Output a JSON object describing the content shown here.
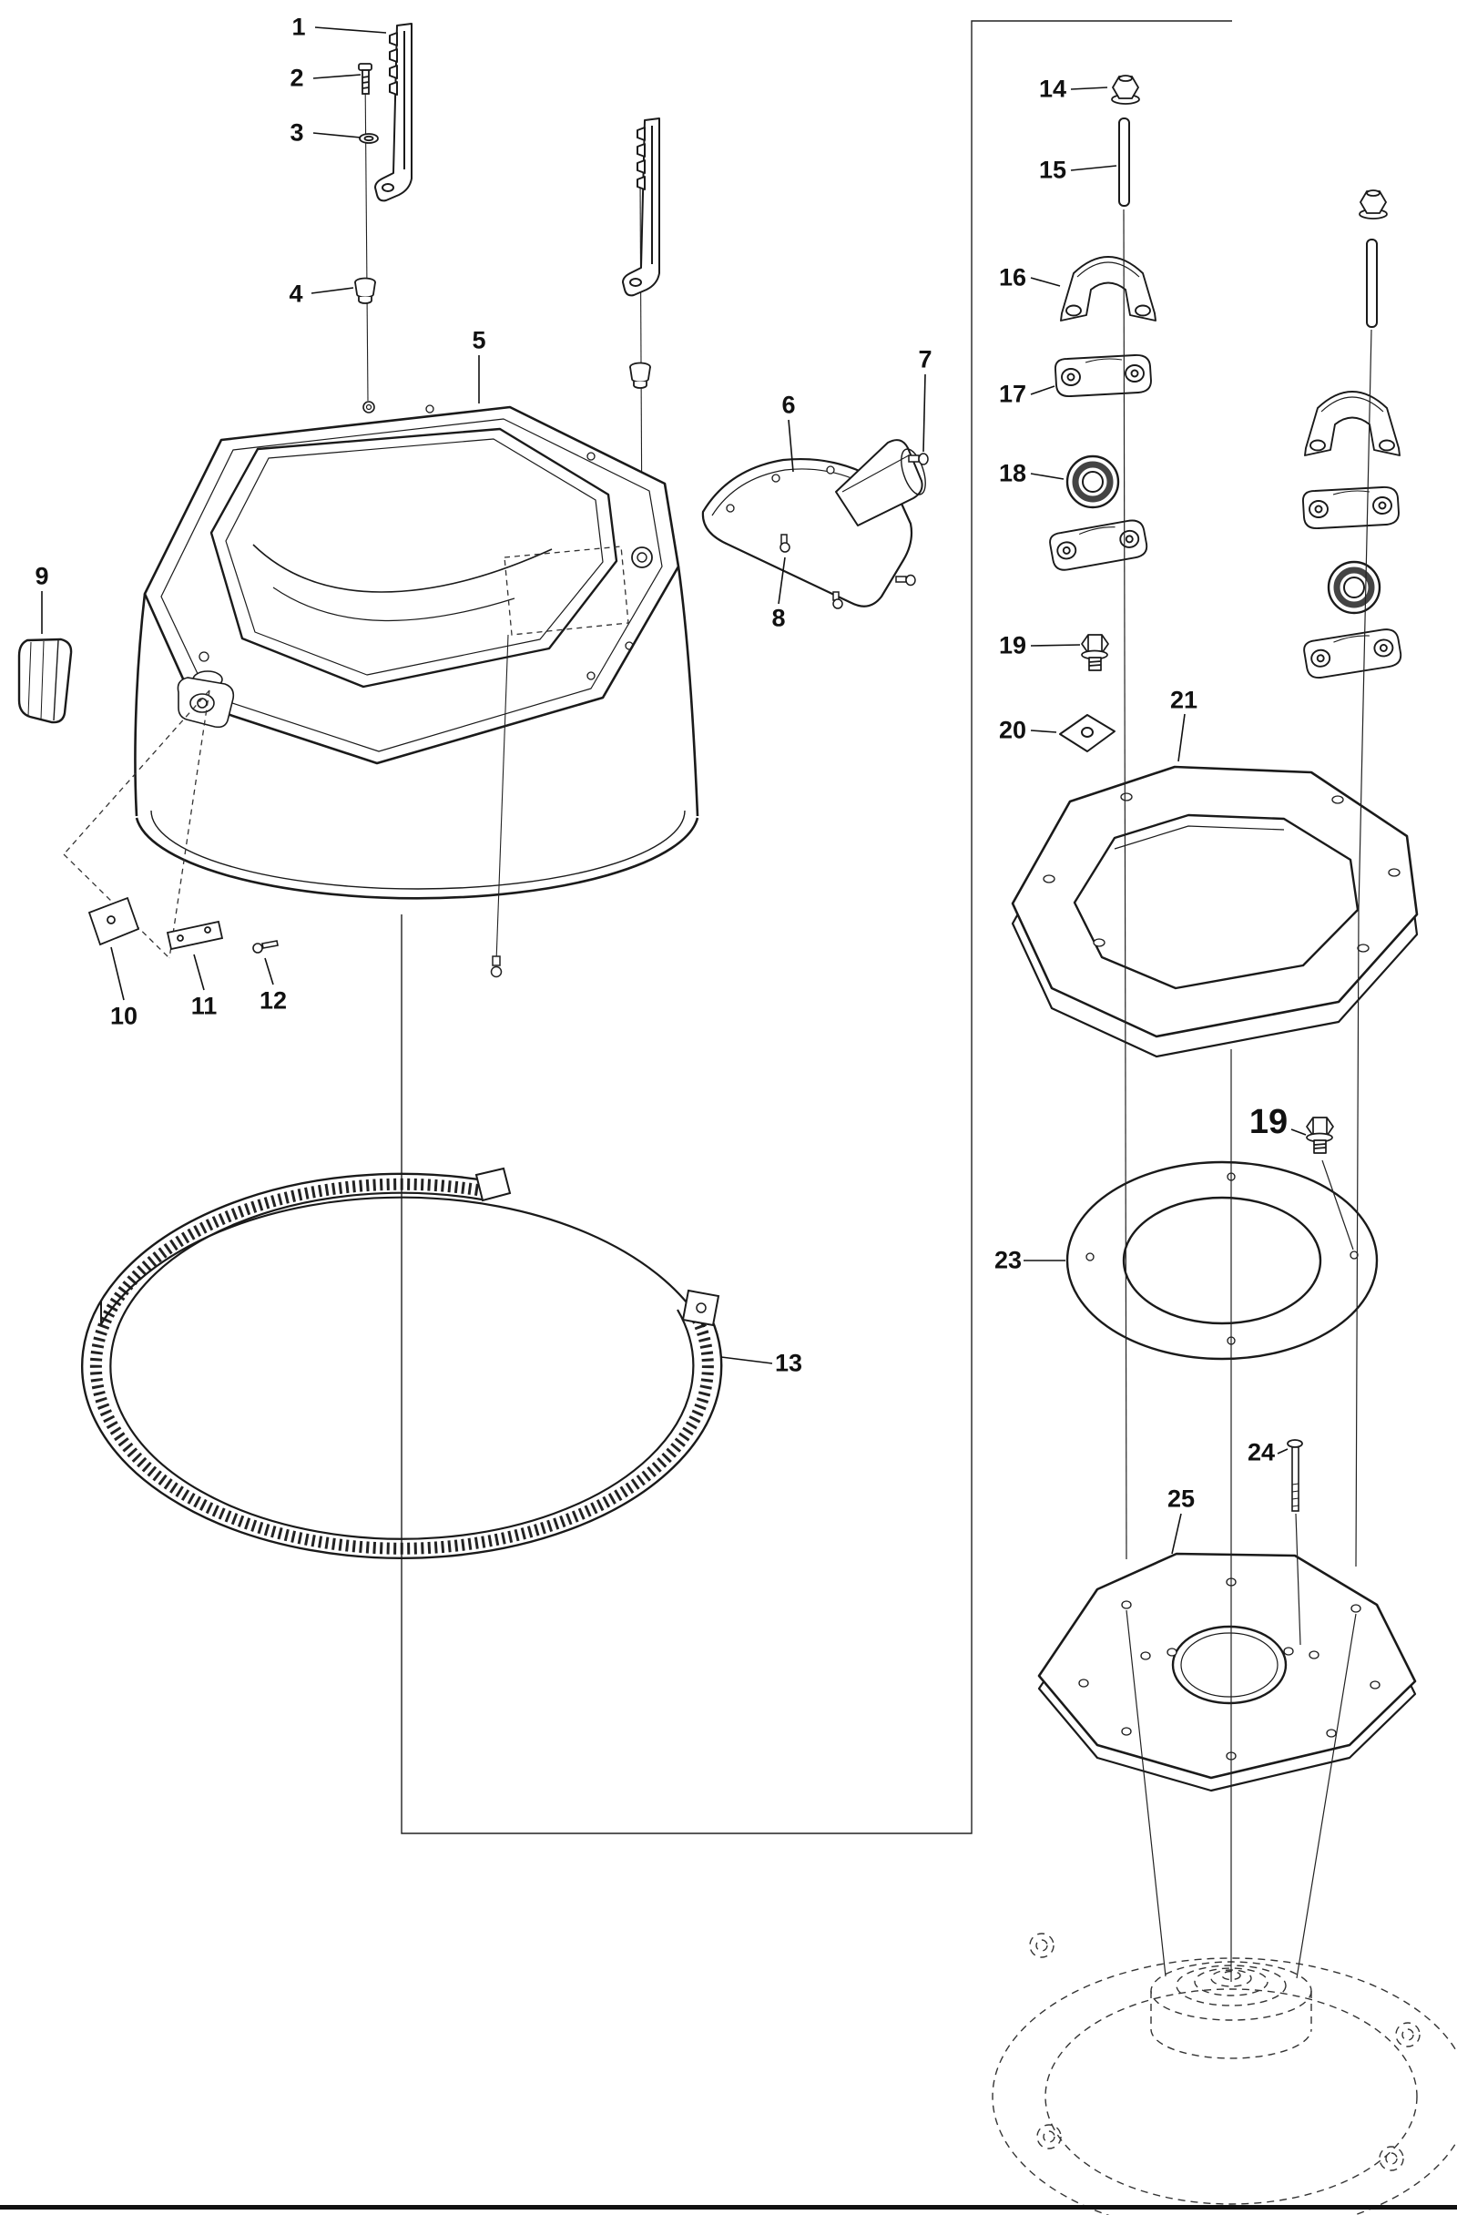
{
  "diagram": {
    "callouts": [
      {
        "num": "1"
      },
      {
        "num": "2"
      },
      {
        "num": "3"
      },
      {
        "num": "4"
      },
      {
        "num": "5"
      },
      {
        "num": "6"
      },
      {
        "num": "7"
      },
      {
        "num": "8"
      },
      {
        "num": "9"
      },
      {
        "num": "10"
      },
      {
        "num": "11"
      },
      {
        "num": "12"
      },
      {
        "num": "13"
      },
      {
        "num": "14"
      },
      {
        "num": "15"
      },
      {
        "num": "16"
      },
      {
        "num": "17"
      },
      {
        "num": "18"
      },
      {
        "num": "19"
      },
      {
        "num": "20"
      },
      {
        "num": "21"
      },
      {
        "num": "19"
      },
      {
        "num": "23"
      },
      {
        "num": "24"
      },
      {
        "num": "25"
      }
    ],
    "colors": {
      "line": "#1a1a1a",
      "paper": "#ffffff"
    }
  }
}
